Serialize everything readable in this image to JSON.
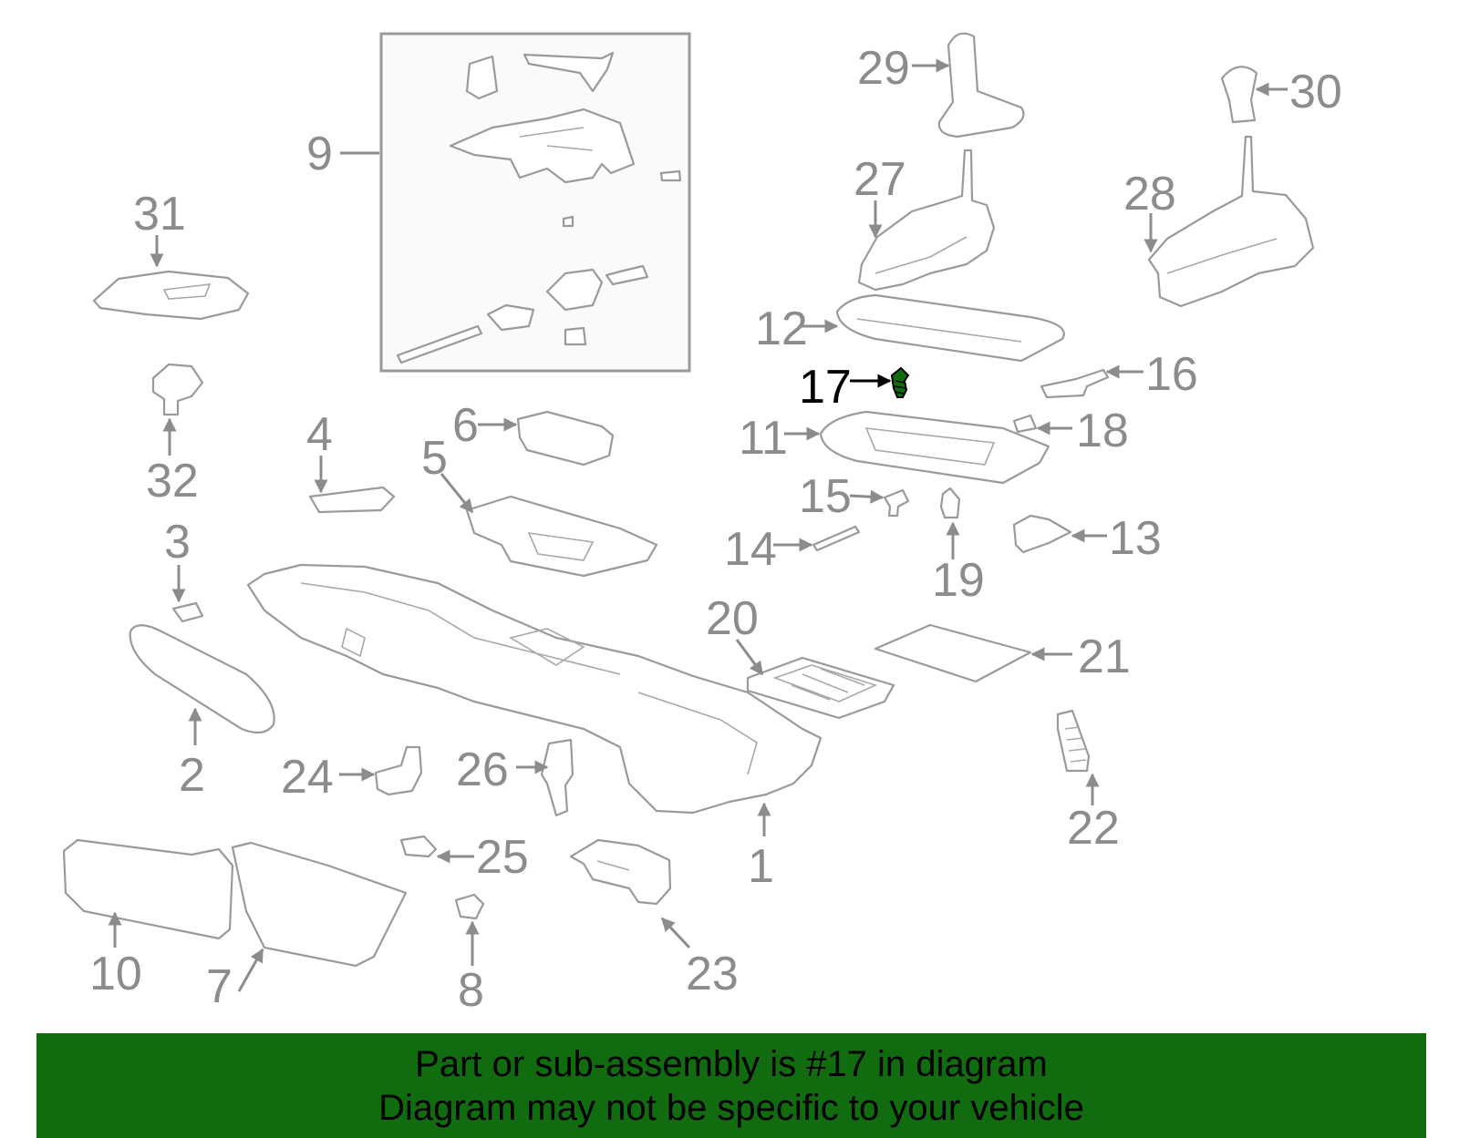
{
  "colors": {
    "banner_background": "#116b0f",
    "banner_text": "#000000",
    "callout_gray": "#8c8c8c",
    "callout_highlight": "#000000",
    "highlight_part": "#116b0f",
    "line_art": "#9a9a9a"
  },
  "callouts": {
    "c1": "1",
    "c2": "2",
    "c3": "3",
    "c4": "4",
    "c5": "5",
    "c6": "6",
    "c7": "7",
    "c8": "8",
    "c9": "9",
    "c10": "10",
    "c11": "11",
    "c12": "12",
    "c13": "13",
    "c14": "14",
    "c15": "15",
    "c16": "16",
    "c17": "17",
    "c18": "18",
    "c19": "19",
    "c20": "20",
    "c21": "21",
    "c22": "22",
    "c23": "23",
    "c24": "24",
    "c25": "25",
    "c26": "26",
    "c27": "27",
    "c28": "28",
    "c29": "29",
    "c30": "30",
    "c31": "31",
    "c32": "32"
  },
  "highlighted_part": "17",
  "banner": {
    "line1": "Part or sub-assembly is #17 in diagram",
    "line2": "Diagram may not be specific to your vehicle"
  }
}
